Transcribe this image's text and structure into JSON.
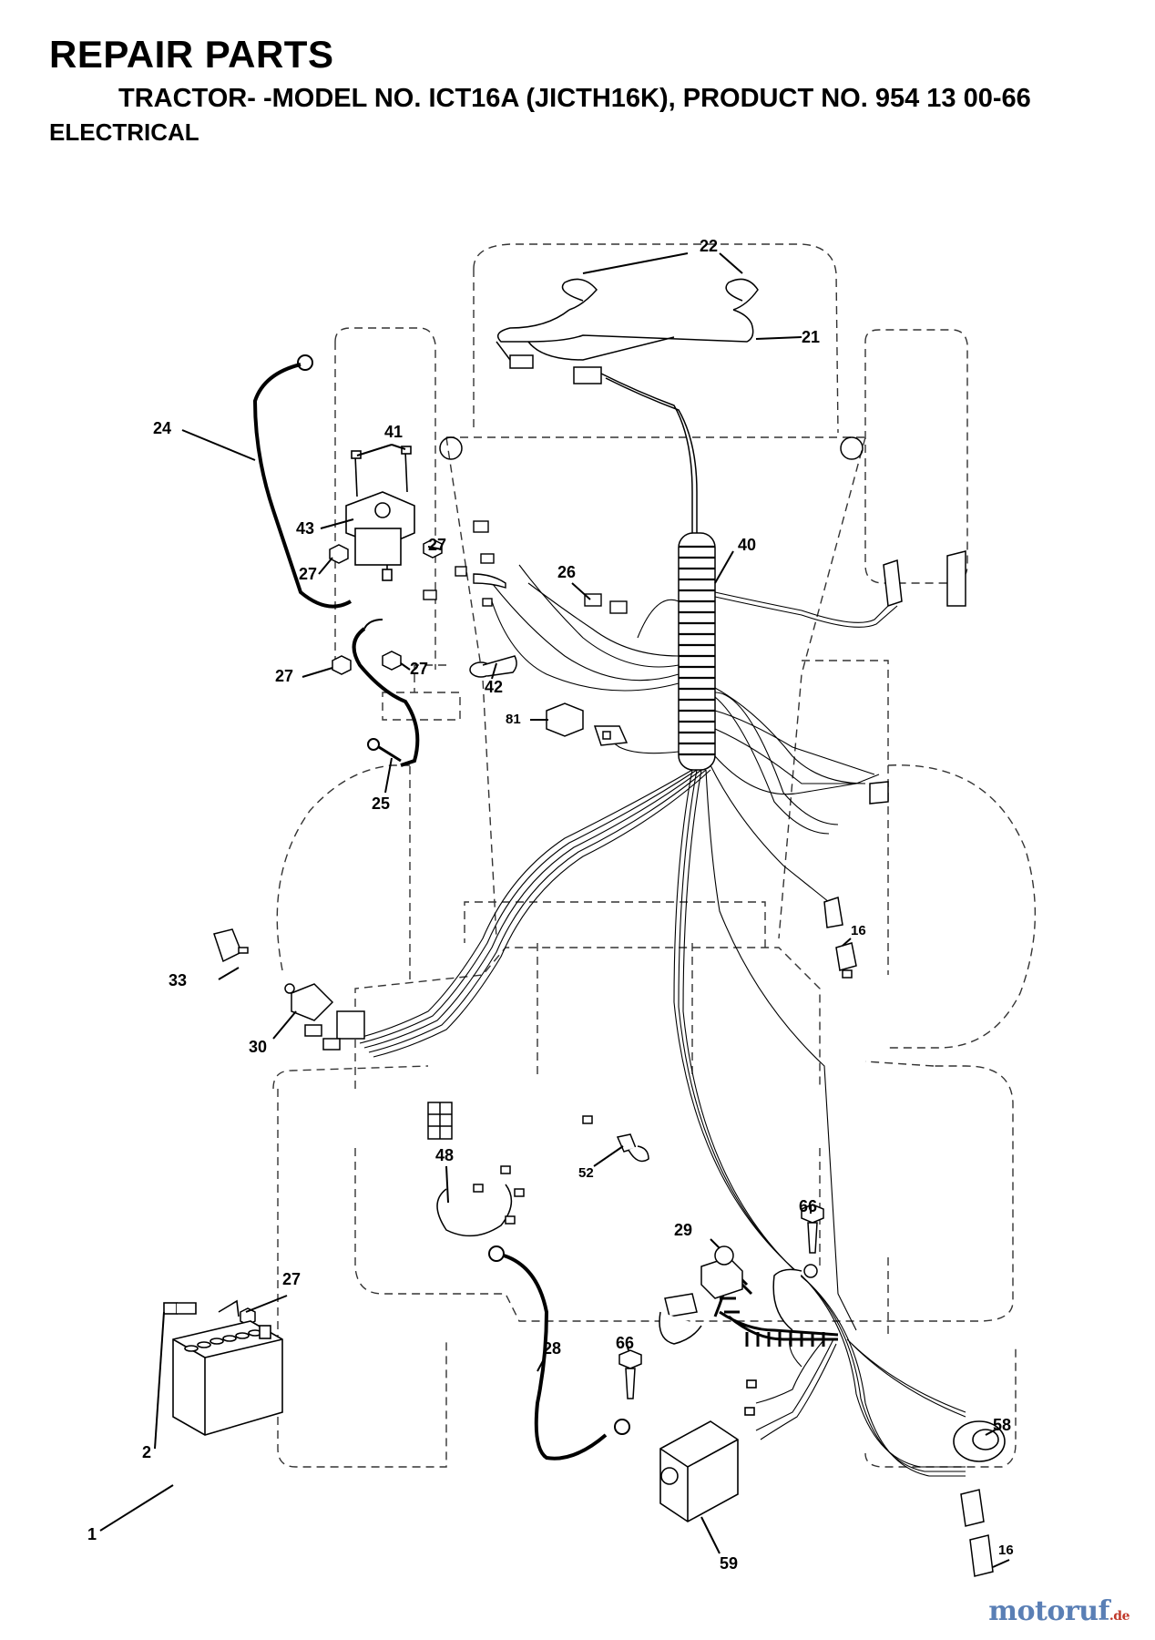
{
  "header": {
    "title": "REPAIR PARTS",
    "subtitle": "TRACTOR- -MODEL NO. ICT16A (JICTH16K), PRODUCT NO. 954 13 00-66",
    "section": "ELECTRICAL"
  },
  "callouts": {
    "c22": "22",
    "c21": "21",
    "c24": "24",
    "c41": "41",
    "c43": "43",
    "c27a": "27",
    "c27b": "27",
    "c27c": "27",
    "c27d": "27",
    "c27e": "27",
    "c40": "40",
    "c26": "26",
    "c42": "42",
    "c81": "81",
    "c25": "25",
    "c16a": "16",
    "c16b": "16",
    "c33": "33",
    "c30": "30",
    "c48": "48",
    "c52": "52",
    "c29": "29",
    "c66a": "66",
    "c66b": "66",
    "c28": "28",
    "c2": "2",
    "c1": "1",
    "c58": "58",
    "c59": "59"
  },
  "watermark": {
    "brand": "motoruf",
    "suffix": ".de"
  },
  "colors": {
    "ink": "#000000",
    "dash": "#333333",
    "watermark": "#5a7fb5"
  }
}
